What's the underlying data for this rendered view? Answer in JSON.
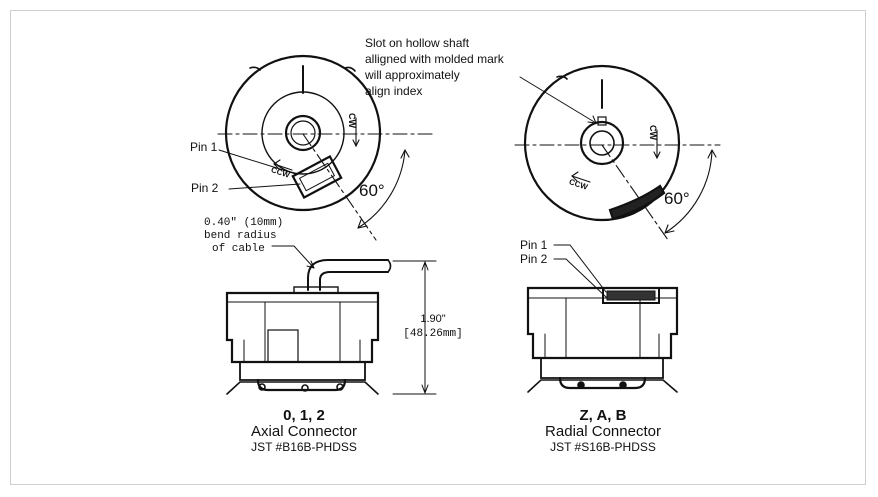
{
  "callout_lines": [
    "Slot on hollow shaft",
    "alligned with molded mark",
    "will approximately",
    "align index"
  ],
  "left_view": {
    "pin1": "Pin 1",
    "pin2": "Pin 2",
    "angle": "60°",
    "cw": "CW",
    "ccw": "CCW",
    "bend_lines": [
      "0.40\" (10mm)",
      "bend radius",
      "of cable"
    ],
    "dim_lines": [
      "1.90\"",
      "[48.26mm]"
    ],
    "title": "0, 1, 2",
    "subtitle": "Axial Connector",
    "part": "JST #B16B-PHDSS"
  },
  "right_view": {
    "pin1": "Pin 1",
    "pin2": "Pin 2",
    "angle": "60°",
    "cw": "CW",
    "ccw": "CCW",
    "title": "Z, A, B",
    "subtitle": "Radial Connector",
    "part": "JST #S16B-PHDSS"
  }
}
